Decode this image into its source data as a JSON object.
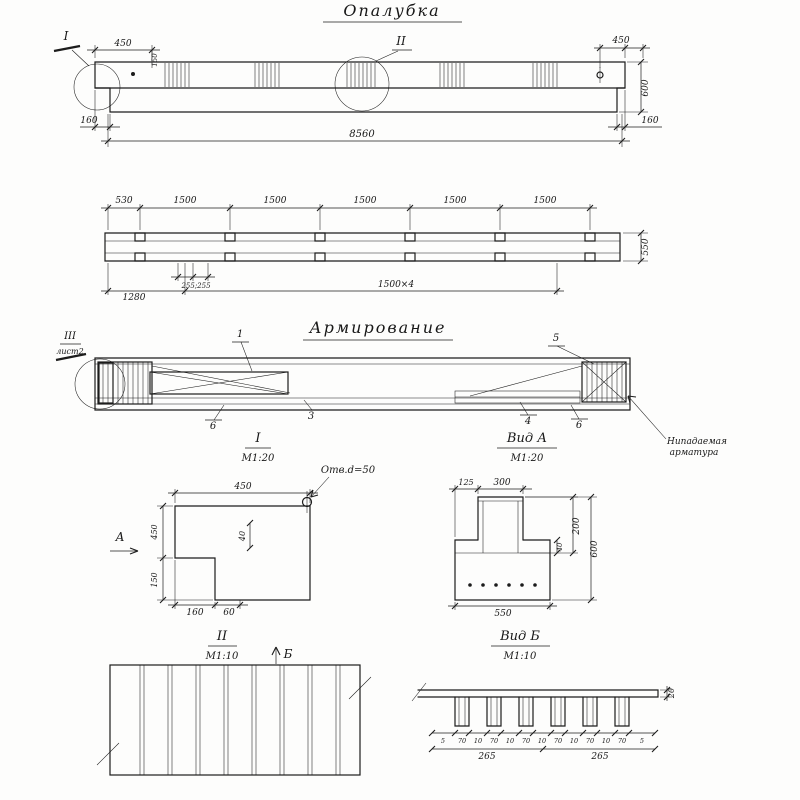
{
  "colors": {
    "ink": "#1c1c1c",
    "paper": "#fdfdfc"
  },
  "formwork": {
    "title": "Опалубка",
    "cut_I": "I",
    "cut_II": "II",
    "dims": {
      "d450_left": "450",
      "d150": "150",
      "d450_right": "450",
      "d600": "600",
      "d160_left": "160",
      "d160_right": "160",
      "d8560": "8560"
    }
  },
  "plan": {
    "top_dims": [
      "530",
      "1500",
      "1500",
      "1500",
      "1500",
      "1500"
    ],
    "d550": "550",
    "d255": "255;255",
    "d1280": "1280",
    "d1500x4": "1500×4"
  },
  "reinforcement": {
    "title": "Армирование",
    "cut_III": "III",
    "sheet_note": "лист2",
    "callout_1": "1",
    "callout_5": "5",
    "callout_6_left": "6",
    "callout_3": "3",
    "callout_4": "4",
    "callout_6_right": "6",
    "note_line1": "Нипадаемая",
    "note_line2": "арматура"
  },
  "section_I": {
    "title": "I",
    "scale": "М1:20",
    "hole_note": "Отв.d=50",
    "view_arrow": "А",
    "dims": {
      "d450_top": "450",
      "d450_left": "450",
      "d150_left": "150",
      "d40": "40",
      "d160": "160",
      "d60": "60"
    }
  },
  "view_A": {
    "title": "Вид А",
    "scale": "М1:20",
    "dims": {
      "d125": "125",
      "d300": "300",
      "d40": "40",
      "d200": "200",
      "d600": "600",
      "d550": "550"
    }
  },
  "section_II": {
    "title": "II",
    "scale": "М1:10",
    "view_arrow": "Б"
  },
  "view_B": {
    "title": "Вид Б",
    "scale": "М1:10",
    "dims": {
      "d20": "20",
      "d265_left": "265",
      "d265_right": "265"
    },
    "tooth_dims": [
      "5",
      "70",
      "10",
      "70",
      "10",
      "70",
      "10",
      "70",
      "10",
      "70",
      "10",
      "70",
      "5"
    ]
  }
}
